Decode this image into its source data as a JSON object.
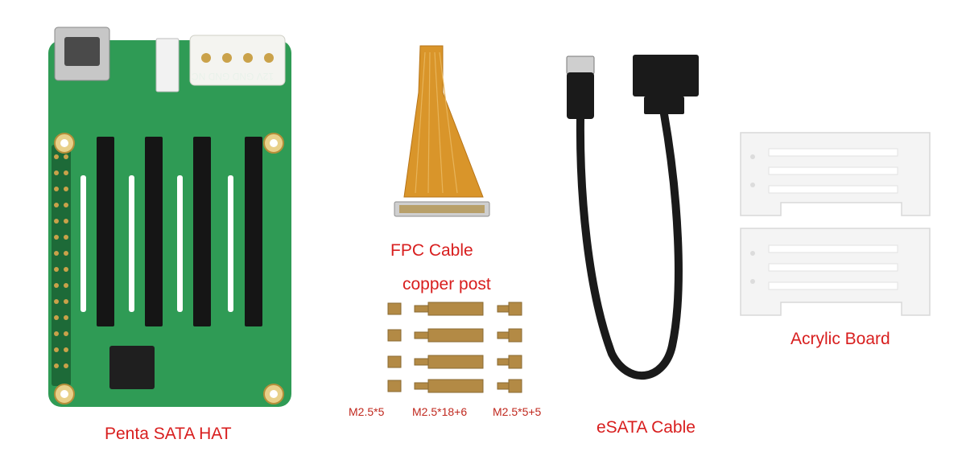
{
  "labels": {
    "hat": "Penta SATA HAT",
    "fpc": "FPC Cable",
    "copper": "copper post",
    "esata": "eSATA Cable",
    "acrylic": "Acrylic Board",
    "m25_5": "M2.5*5",
    "m25_18_6": "M2.5*18+6",
    "m25_5_5": "M2.5*5+5"
  },
  "board_silk": "12V GND GND NC",
  "colors": {
    "label_red": "#d81e1e",
    "pcb_green": "#2f9b55",
    "brass": "#b38a45",
    "fpc_orange": "#d9952a",
    "cable_black": "#1a1a1a",
    "acrylic": "#f4f4f4"
  }
}
